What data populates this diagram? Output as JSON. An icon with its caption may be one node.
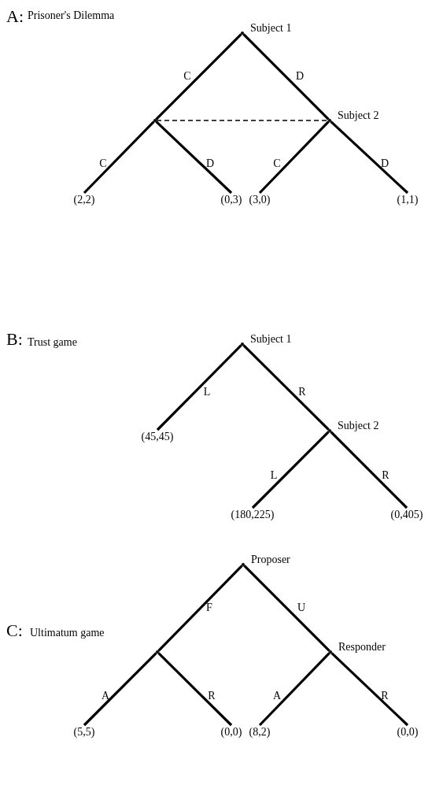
{
  "diagram": {
    "nodes": [
      {
        "text": [],
        "shape": "point",
        "beside": [
          "Subject 1"
        ]
      },
      {
        "text": [],
        "shape": "point"
      },
      {
        "text": [],
        "shape": "point",
        "beside": [
          "Subject 2"
        ]
      },
      {
        "text": [
          "(2,2)"
        ]
      },
      {
        "text": [
          "(0,3)"
        ]
      },
      {
        "text": [
          "(3,0)"
        ]
      },
      {
        "text": [
          "(1,1)"
        ]
      },
      {
        "text": [],
        "shape": "point",
        "beside": [
          "Subject 1"
        ]
      },
      {
        "text": [
          "(45,45)"
        ]
      },
      {
        "text": [],
        "shape": "point",
        "beside": [
          "Subject 2"
        ]
      },
      {
        "text": [
          "(180,225)"
        ]
      },
      {
        "text": [
          "(0,405)"
        ]
      },
      {
        "text": [],
        "shape": "point",
        "beside": [
          "Proposer"
        ]
      },
      {
        "text": [],
        "shape": "point"
      },
      {
        "text": [],
        "shape": "point",
        "beside": [
          "Responder"
        ]
      },
      {
        "text": [
          "(5,5)"
        ]
      },
      {
        "text": [
          "(0,0)"
        ]
      },
      {
        "text": [
          "(8,2)"
        ]
      },
      {
        "text": [
          "(0,0)"
        ]
      }
    ],
    "edges": [
      {
        "from": 0,
        "to": 1,
        "arrow": "none",
        "label": "C"
      },
      {
        "from": 0,
        "to": 2,
        "arrow": "none",
        "label": "D"
      },
      {
        "from": 1,
        "to": 2,
        "arrow": "none",
        "style": "dashed"
      },
      {
        "from": 1,
        "to": 3,
        "arrow": "none",
        "label": "C"
      },
      {
        "from": 1,
        "to": 4,
        "arrow": "none",
        "label": "D"
      },
      {
        "from": 2,
        "to": 5,
        "arrow": "none",
        "label": "C"
      },
      {
        "from": 2,
        "to": 6,
        "arrow": "none",
        "label": "D"
      },
      {
        "from": 7,
        "to": 8,
        "arrow": "none",
        "label": "L"
      },
      {
        "from": 7,
        "to": 9,
        "arrow": "none",
        "label": "R"
      },
      {
        "from": 9,
        "to": 10,
        "arrow": "none",
        "label": "L"
      },
      {
        "from": 9,
        "to": 11,
        "arrow": "none",
        "label": "R"
      },
      {
        "from": 12,
        "to": 13,
        "arrow": "none",
        "label": "F"
      },
      {
        "from": 12,
        "to": 14,
        "arrow": "none",
        "label": "U"
      },
      {
        "from": 13,
        "to": 15,
        "arrow": "none",
        "label": "A"
      },
      {
        "from": 13,
        "to": 16,
        "arrow": "none",
        "label": "R"
      },
      {
        "from": 14,
        "to": 17,
        "arrow": "none",
        "label": "A"
      },
      {
        "from": 14,
        "to": 18,
        "arrow": "none",
        "label": "R"
      }
    ],
    "labels": [
      "A:",
      "Prisoner's Dilemma",
      "B:",
      "Trust game",
      "C:",
      "Ultimatum game"
    ]
  }
}
